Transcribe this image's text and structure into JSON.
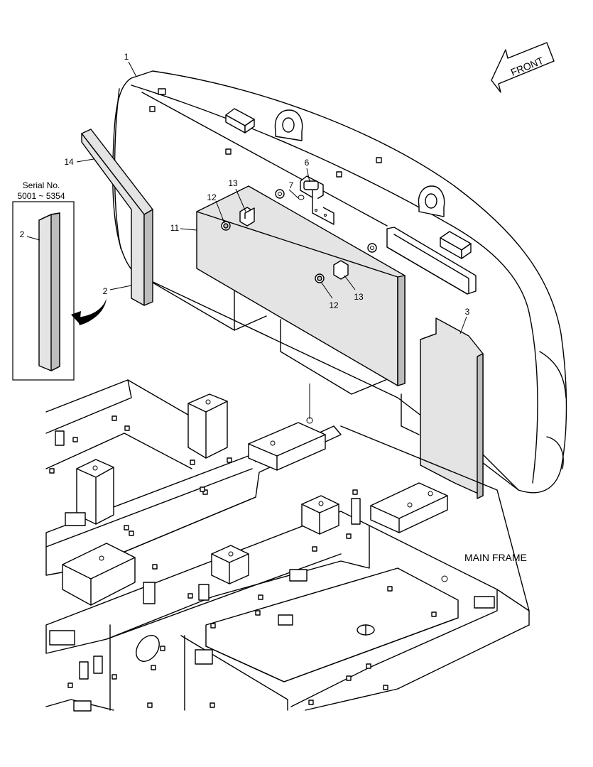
{
  "labels": {
    "main_frame": "MAIN FRAME",
    "front": "FRONT",
    "serial_title": "Serial No.",
    "serial_range": "5001 ~ 5354"
  },
  "callouts": {
    "c1": "1",
    "c2_main": "2",
    "c2_inset": "2",
    "c3": "3",
    "c6": "6",
    "c7": "7",
    "c11": "11",
    "c12_top": "12",
    "c12_bottom": "12",
    "c13_top": "13",
    "c13_bottom": "13",
    "c14": "14"
  }
}
